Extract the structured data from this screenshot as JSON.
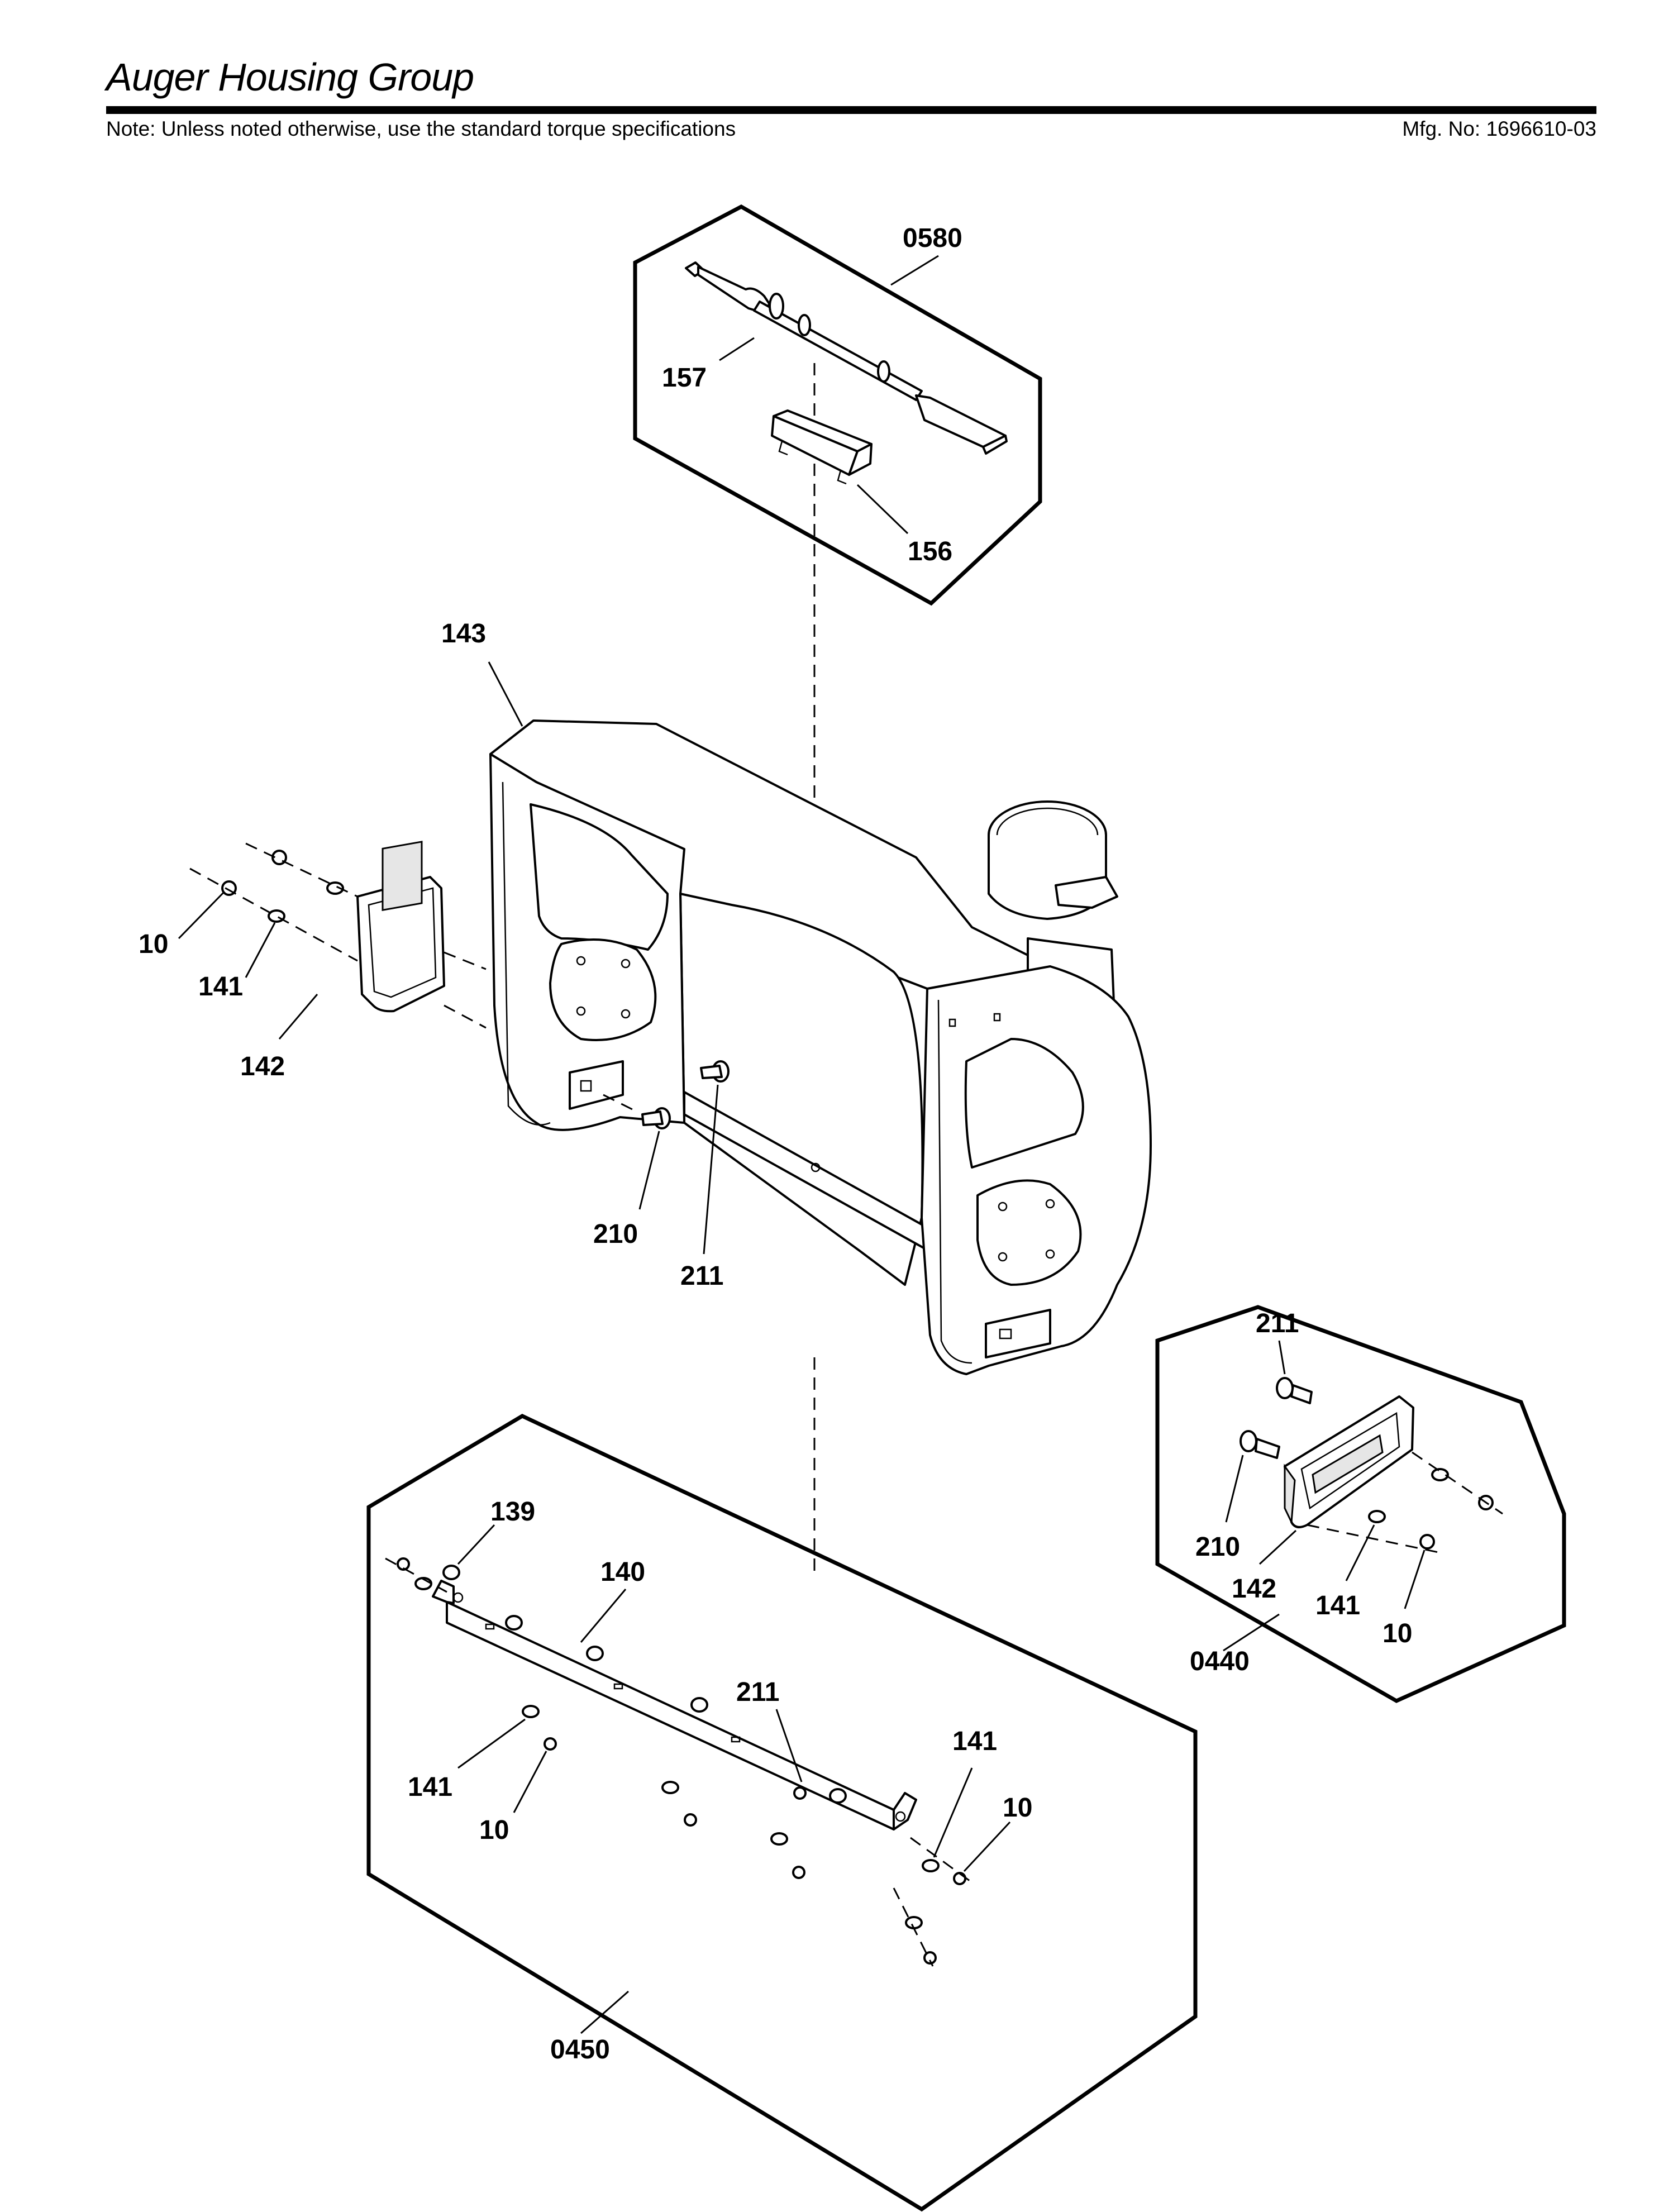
{
  "header": {
    "title": "Auger Housing Group",
    "note": "Note: Unless noted otherwise, use the standard torque specifications",
    "mfg_no": "Mfg. No: 1696610-03"
  },
  "callouts": {
    "kit_0580": "0580",
    "p157": "157",
    "p156": "156",
    "p143": "143",
    "left_10": "10",
    "left_141": "141",
    "left_142": "142",
    "p210": "210",
    "p211": "211",
    "kit_0440": "0440",
    "r_211": "211",
    "r_210": "210",
    "r_142": "142",
    "r_141": "141",
    "r_10": "10",
    "kit_0450": "0450",
    "b_139": "139",
    "b_140": "140",
    "b_211": "211",
    "b_141_left": "141",
    "b_10_left": "10",
    "b_141_right": "141",
    "b_10_right": "10"
  }
}
